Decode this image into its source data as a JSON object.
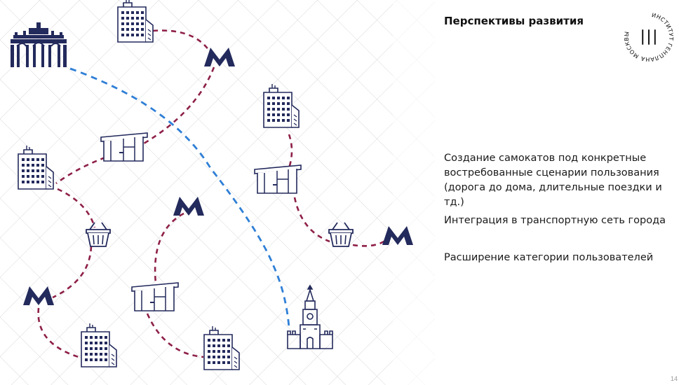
{
  "slide": {
    "title": "Перспективы развития",
    "bullets": [
      "Создание самокатов под конкретные востребованные сценарии пользования (дорога до дома, длительные поездки и тд.)",
      "Интеграция в транспортную сеть города",
      "Расширение категории пользователей"
    ],
    "page_number": "14"
  },
  "logo": {
    "ring_text": "ИНСТИТУТ ГЕНПЛАНА МОСКВЫ",
    "icon": "institute-logo-icon"
  },
  "colors": {
    "navy": "#232a5c",
    "crimson": "#8e2048",
    "blue_route": "#2f7fd6",
    "grid": "#d9d9d9"
  },
  "icons": [
    "park-gate-icon",
    "metro-icon",
    "building-icon",
    "bus-stop-icon",
    "shopping-basket-icon",
    "kremlin-tower-icon"
  ]
}
